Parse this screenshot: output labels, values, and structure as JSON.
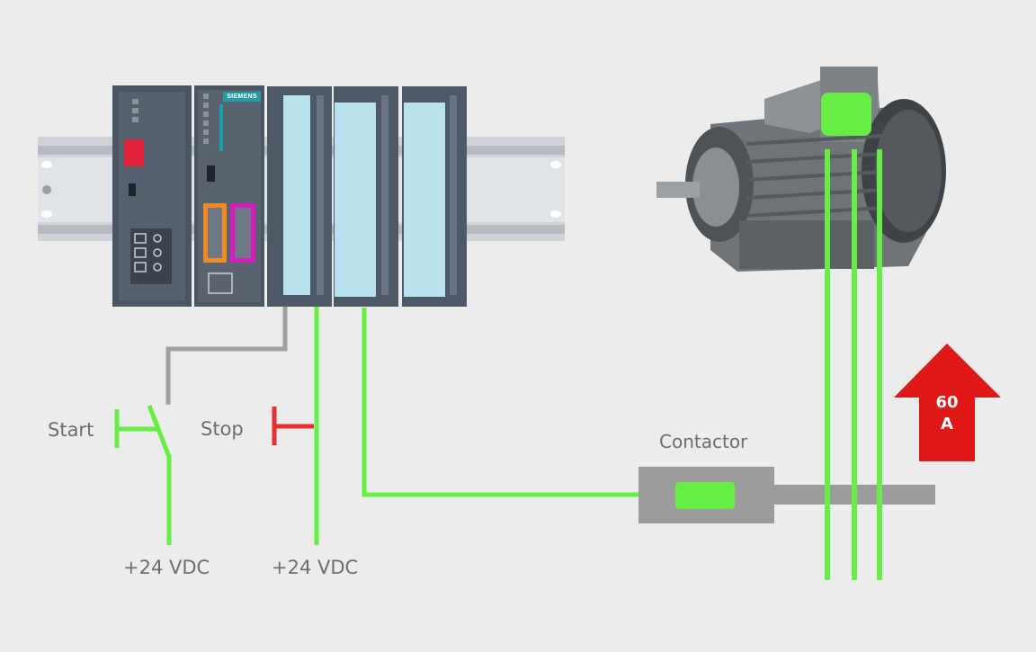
{
  "labels": {
    "start": "Start",
    "stop": "Stop",
    "supply_1": "+24 VDC",
    "supply_2": "+24 VDC",
    "contactor": "Contactor"
  },
  "plc": {
    "brand": "SIEMENS"
  },
  "current_indicator": {
    "value": "60",
    "unit": "A"
  },
  "colors": {
    "energized_wire": "#66ee44",
    "inactive_wire": "#a0a0a0",
    "stop_button": "#e53030",
    "current_arrow": "#e01818",
    "background": "#ececec"
  }
}
